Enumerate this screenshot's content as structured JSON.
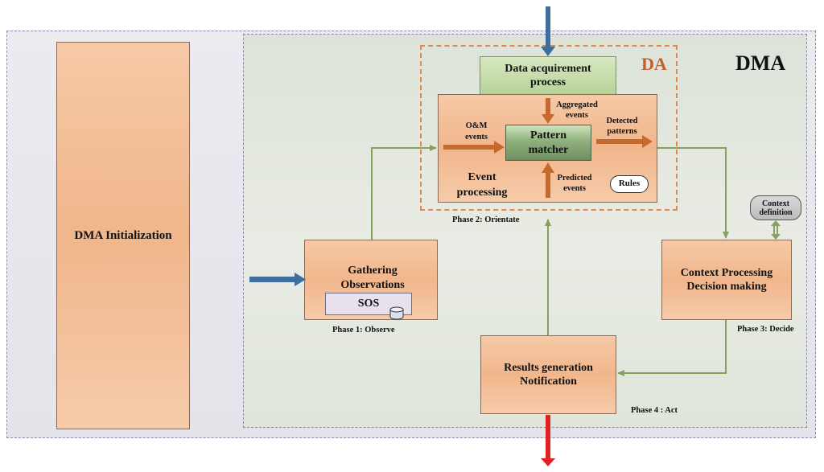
{
  "diagram": {
    "init_label": "DMA Initialization",
    "dma_label": "DMA",
    "da_label": "DA",
    "data_acq": "Data acquirement process",
    "pattern_matcher": "Pattern matcher",
    "event_processing": "Event processing",
    "aggregated_events": "Aggregated events",
    "om_events": "O&M events",
    "detected_patterns": "Detected patterns",
    "predicted_events": "Predicted events",
    "rules": "Rules",
    "phase2": "Phase 2: Orientate",
    "gathering": "Gathering Observations",
    "sos": "SOS",
    "phase1": "Phase 1: Observe",
    "context_def": "Context definition",
    "context_processing": "Context Processing Decision making",
    "phase3": "Phase 3: Decide",
    "results": "Results generation Notification",
    "phase4": "Phase 4 : Act"
  },
  "colors": {
    "blue_arrow": "#3f6d9c",
    "red_arrow": "#e41f1f",
    "green_line": "#86a05e",
    "orange_arrow": "#c46a2e",
    "da_title": "#c4602a"
  }
}
